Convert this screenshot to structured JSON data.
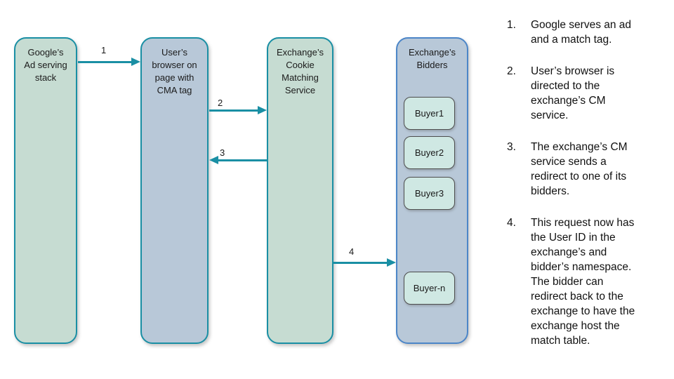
{
  "colors": {
    "teal": "#1a8fa4",
    "mint_fill": "#c6dcd2",
    "blue_fill": "#b8c8d8",
    "buyer_fill": "#cfe8e3",
    "buyer_border": "#4d4d4d",
    "bidders_border": "#4c86c8",
    "text": "#111111",
    "background": "#ffffff"
  },
  "lanes": {
    "google": {
      "label": "Google’s\nAd serving\nstack"
    },
    "browser": {
      "label": "User’s\nbrowser on\npage with\nCMA tag"
    },
    "cm_service": {
      "label": "Exchange’s\nCookie\nMatching\nService"
    },
    "bidders": {
      "label": "Exchange’s\nBidders",
      "buyers": [
        "Buyer1",
        "Buyer2",
        "Buyer3",
        "Buyer-n"
      ]
    }
  },
  "arrows": [
    {
      "label": "1",
      "from": "google-ad-stack",
      "to": "user-browser",
      "direction": "right"
    },
    {
      "label": "2",
      "from": "user-browser",
      "to": "cookie-matching-service",
      "direction": "right"
    },
    {
      "label": "3",
      "from": "cookie-matching-service",
      "to": "user-browser",
      "direction": "left"
    },
    {
      "label": "4",
      "from": "cookie-matching-service",
      "to": "exchange-bidders",
      "direction": "right"
    }
  ],
  "steps": [
    {
      "num": "1.",
      "text": "Google serves an ad\nand a match tag."
    },
    {
      "num": "2.",
      "text": "User’s browser is\ndirected to the\nexchange’s CM\nservice."
    },
    {
      "num": "3.",
      "text": "The exchange’s CM\nservice sends a\nredirect to one of its\nbidders."
    },
    {
      "num": "4.",
      "text": "This request now has\nthe User ID in the\nexchange’s and\nbidder’s namespace.\nThe bidder can\nredirect back to the\nexchange to have the\nexchange host the\nmatch table."
    }
  ]
}
